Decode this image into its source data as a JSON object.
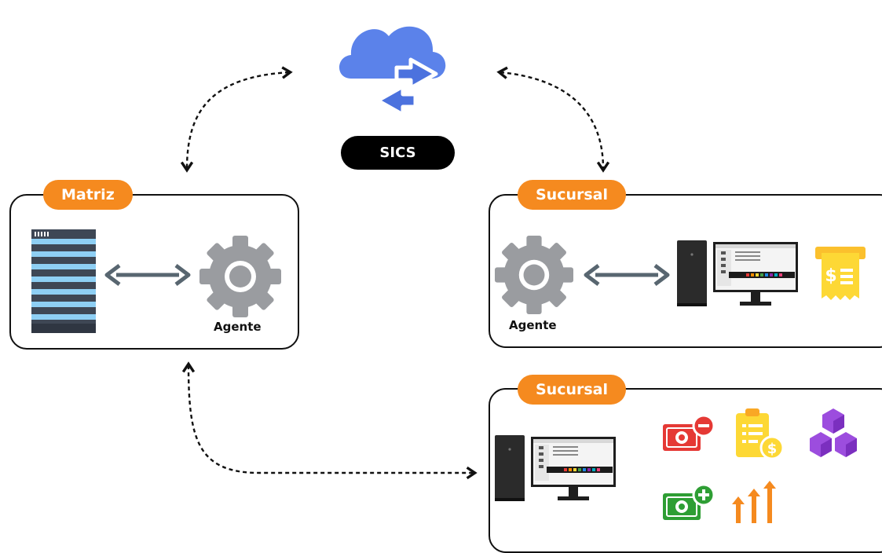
{
  "cloud": {
    "label": "SICS",
    "icon": "cloud-sync-icon",
    "color": "#5b82ea"
  },
  "matriz": {
    "tag": "Matriz",
    "agent_label": "Agente",
    "icons": [
      "server-rack-icon",
      "gear-icon"
    ]
  },
  "sucursal_top": {
    "tag": "Sucursal",
    "agent_label": "Agente",
    "icons": [
      "gear-icon",
      "desktop-computer-icon",
      "receipt-icon"
    ]
  },
  "sucursal_bottom": {
    "tag": "Sucursal",
    "icons": [
      "desktop-computer-icon",
      "money-out-icon",
      "report-money-icon",
      "inventory-boxes-icon",
      "money-in-icon",
      "growth-arrows-icon"
    ]
  },
  "colors": {
    "accent": "#f58a1f",
    "cloud": "#5b82ea",
    "gear": "#9a9ca0",
    "connector": "#586670"
  }
}
